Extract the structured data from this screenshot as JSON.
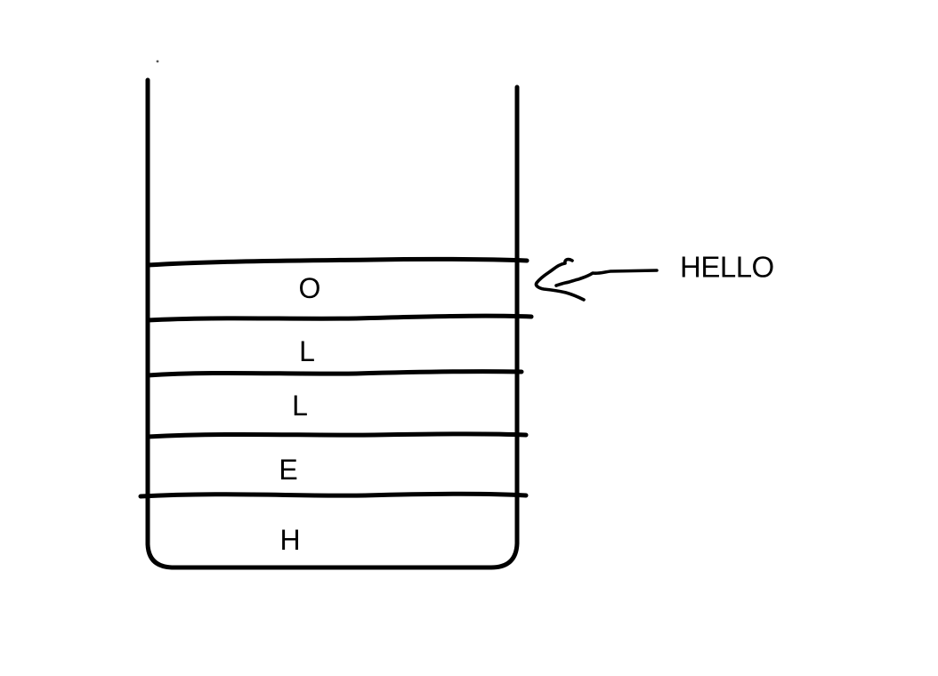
{
  "stack": {
    "items_top_to_bottom": [
      "O",
      "L",
      "L",
      "E",
      "H"
    ]
  },
  "annotation": {
    "label": "HELLO"
  },
  "colors": {
    "ink": "#000000",
    "background": "#ffffff"
  }
}
